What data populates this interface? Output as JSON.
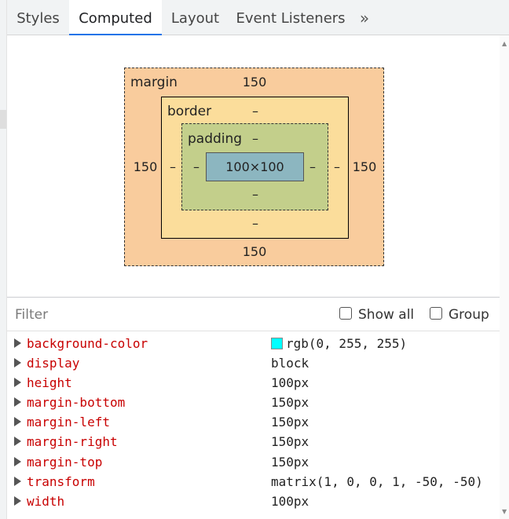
{
  "tabs": [
    "Styles",
    "Computed",
    "Layout",
    "Event Listeners"
  ],
  "more_tabs_glyph": "»",
  "box_model": {
    "margin_label": "margin",
    "border_label": "border",
    "padding_label": "padding",
    "margin_top": "150",
    "margin_right": "150",
    "margin_bottom": "150",
    "margin_left": "150",
    "border_top": "–",
    "border_right": "–",
    "border_bottom": "–",
    "border_left": "–",
    "padding_top": "–",
    "padding_right": "–",
    "padding_bottom": "–",
    "padding_left": "–",
    "content_size": "100×100"
  },
  "filter": {
    "placeholder": "Filter",
    "show_all_label": "Show all",
    "group_label": "Group"
  },
  "properties": [
    {
      "name": "background-color",
      "value": "rgb(0, 255, 255)",
      "swatch": "#00ffff"
    },
    {
      "name": "display",
      "value": "block"
    },
    {
      "name": "height",
      "value": "100px"
    },
    {
      "name": "margin-bottom",
      "value": "150px"
    },
    {
      "name": "margin-left",
      "value": "150px"
    },
    {
      "name": "margin-right",
      "value": "150px"
    },
    {
      "name": "margin-top",
      "value": "150px"
    },
    {
      "name": "transform",
      "value": "matrix(1, 0, 0, 1, -50, -50)"
    },
    {
      "name": "width",
      "value": "100px"
    }
  ],
  "colors": {
    "active_tab_underline": "#1a73e8",
    "margin_fill": "#f9cc9d",
    "border_fill": "#fbdd9b",
    "padding_fill": "#c3cf8b",
    "content_fill": "#8cb6c0",
    "property_name": "#c80000"
  }
}
